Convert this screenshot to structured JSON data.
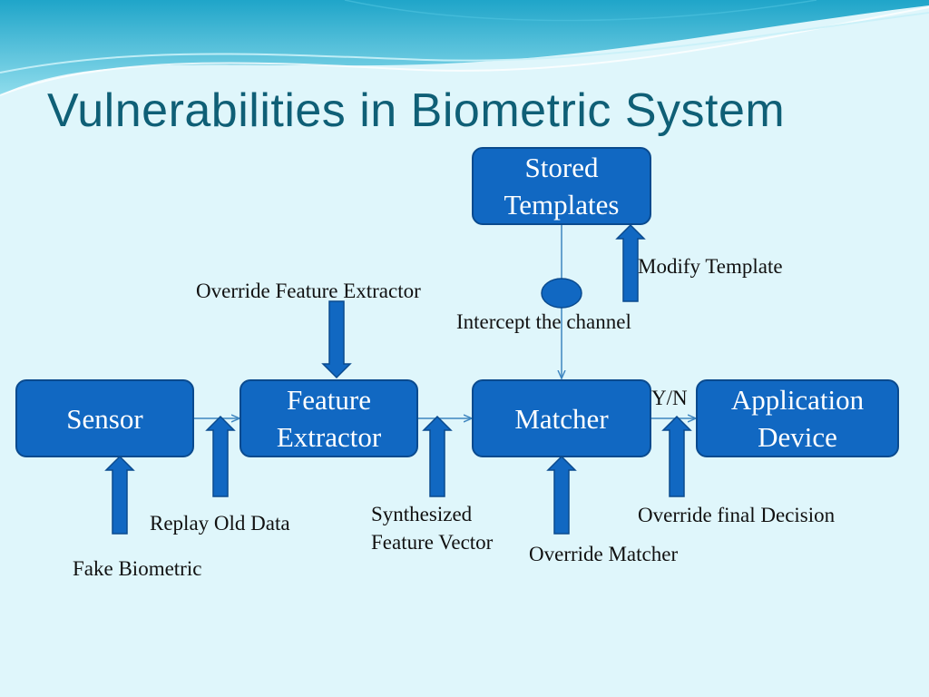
{
  "title": "Vulnerabilities in Biometric System",
  "boxes": {
    "stored_templates": [
      "Stored",
      "Templates"
    ],
    "sensor": "Sensor",
    "feature_extractor": [
      "Feature",
      "Extractor"
    ],
    "matcher": "Matcher",
    "application_device": [
      "Application",
      "Device"
    ]
  },
  "labels": {
    "yn": "Y/N",
    "modify_template": "Modify Template",
    "override_feature_extractor": "Override Feature Extractor",
    "intercept_channel": "Intercept the channel",
    "replay_old_data": "Replay Old Data",
    "fake_biometric": "Fake Biometric",
    "synthesized_1": "Synthesized",
    "synthesized_2": "Feature Vector",
    "override_matcher": "Override Matcher",
    "override_final_decision": "Override final Decision"
  },
  "colors": {
    "box_fill": "#1168c2",
    "title": "#0f5f76",
    "background": "#dff6fb"
  }
}
